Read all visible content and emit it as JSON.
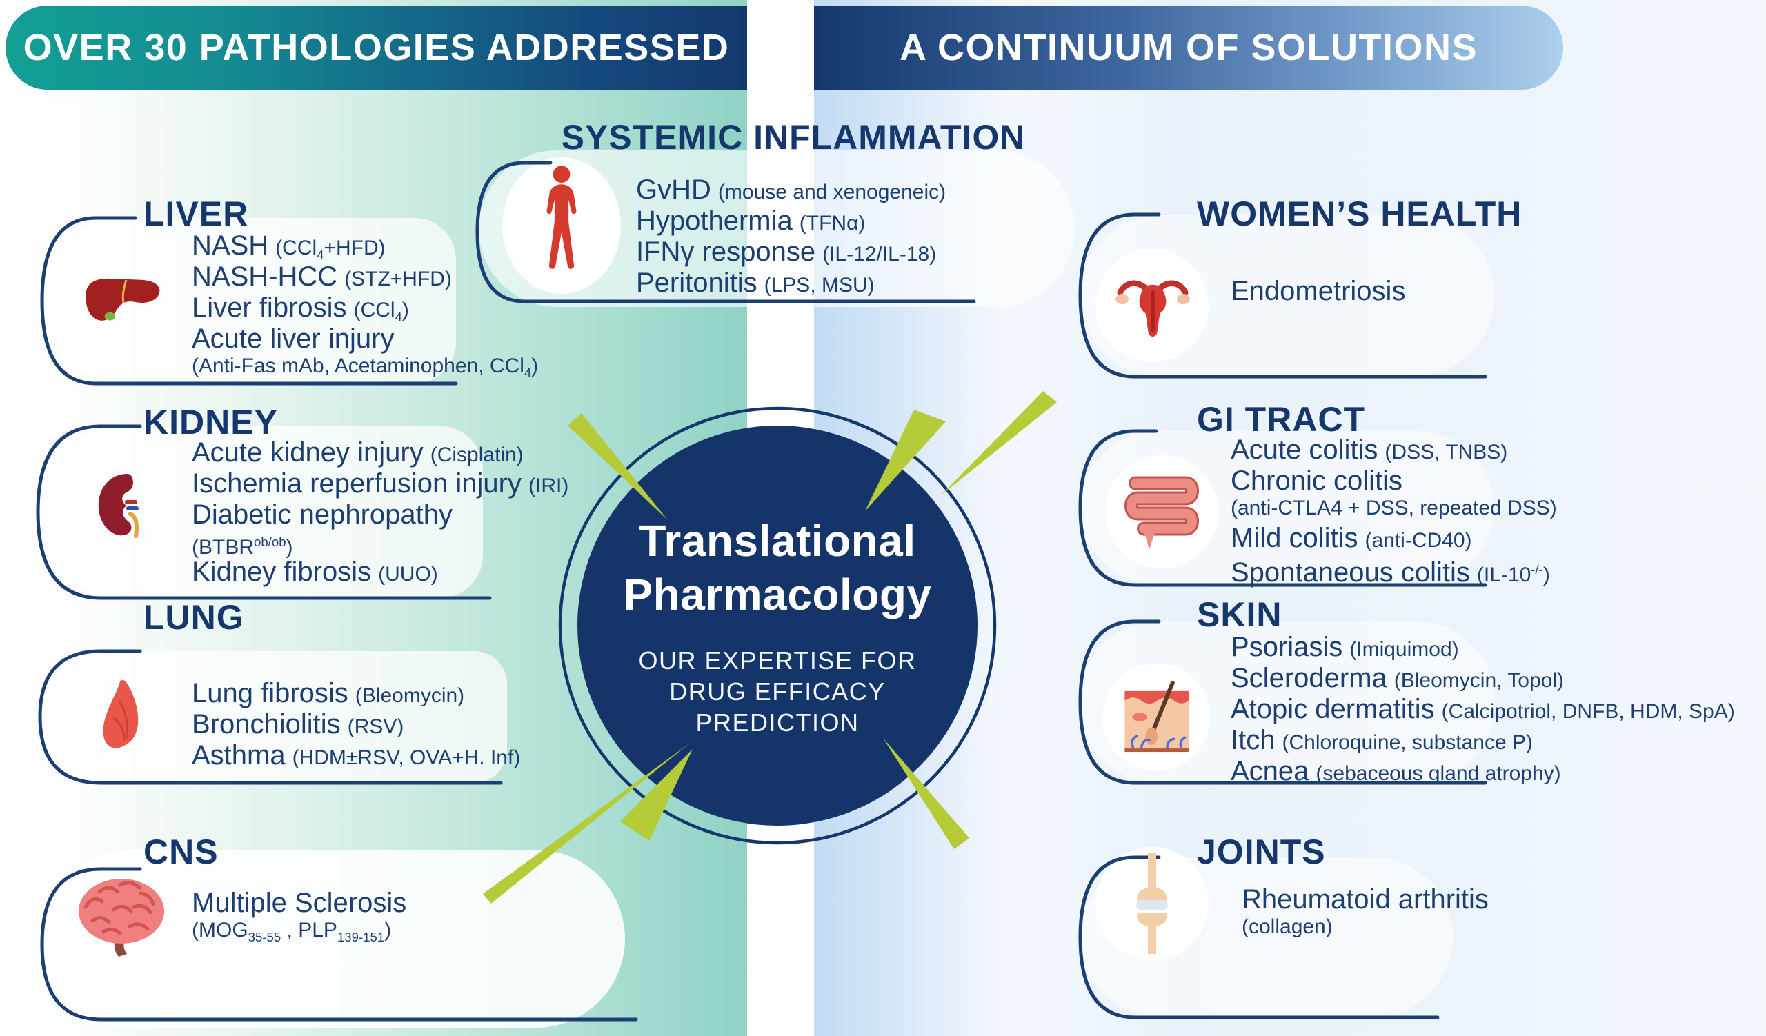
{
  "banners": {
    "left": "OVER 30 PATHOLOGIES ADDRESSED",
    "right": "A CONTINUUM OF SOLUTIONS"
  },
  "center": {
    "title_line1": "Translational",
    "title_line2": "Pharmacology",
    "subtitle_lines": [
      "OUR EXPERTISE FOR",
      "DRUG EFFICACY",
      "PREDICTION"
    ]
  },
  "colors": {
    "navy": "#15356a",
    "text_navy": "#1d3e73",
    "teal_banner_start": "#12a095",
    "banner_end_light_blue": "#aecfee",
    "lime_ray": "#b5cb37",
    "bg_teal": "#8fd3c6",
    "bg_blue": "#cfe3f6",
    "organ_red": "#d43a2e"
  },
  "sections": {
    "systemic": {
      "title": "SYSTEMIC INFLAMMATION",
      "icon": "human-body-icon",
      "items": [
        {
          "main": "GvHD",
          "note": "(mouse and xenogeneic)"
        },
        {
          "main": "Hypothermia",
          "note": "(TFNα)"
        },
        {
          "main": "IFNγ response",
          "note": "(IL-12/IL-18)"
        },
        {
          "main": "Peritonitis",
          "note": "(LPS, MSU)"
        }
      ]
    },
    "liver": {
      "title": "LIVER",
      "icon": "liver-icon",
      "items": [
        {
          "main": "NASH",
          "note": "(CCl<sub>4</sub>+HFD)"
        },
        {
          "main": "NASH-HCC",
          "note": "(STZ+HFD)"
        },
        {
          "main": "Liver fibrosis",
          "note": "(CCl<sub>4</sub>)"
        },
        {
          "main": "Acute liver injury",
          "note": ""
        },
        {
          "main": "",
          "note": "(Anti-Fas mAb, Acetaminophen, CCl<sub>4</sub>)"
        }
      ]
    },
    "kidney": {
      "title": "KIDNEY",
      "icon": "kidney-icon",
      "items": [
        {
          "main": "Acute kidney injury",
          "note": "(Cisplatin)"
        },
        {
          "main": "Ischemia reperfusion injury",
          "note": "(IRI)"
        },
        {
          "main": "Diabetic nephropathy",
          "note": ""
        },
        {
          "main": "",
          "note": "(BTBR<sup>ob/ob</sup>)"
        },
        {
          "main": "Kidney fibrosis",
          "note": "(UUO)"
        }
      ]
    },
    "lung": {
      "title": "LUNG",
      "icon": "lung-icon",
      "items": [
        {
          "main": "Lung fibrosis",
          "note": "(Bleomycin)"
        },
        {
          "main": "Bronchiolitis",
          "note": "(RSV)"
        },
        {
          "main": "Asthma",
          "note": "(HDM±RSV, OVA+H. Inf)"
        }
      ]
    },
    "cns": {
      "title": "CNS",
      "icon": "brain-icon",
      "items": [
        {
          "main": "Multiple Sclerosis",
          "note": ""
        },
        {
          "main": "",
          "note": "(MOG<sub>35-55</sub> , PLP<sub>139-151</sub>)"
        }
      ]
    },
    "womens": {
      "title": "WOMEN’S HEALTH",
      "icon": "uterus-icon",
      "items": [
        {
          "main": "Endometriosis",
          "note": ""
        }
      ]
    },
    "gi": {
      "title": "GI TRACT",
      "icon": "intestine-icon",
      "items": [
        {
          "main": "Acute colitis",
          "note": "(DSS, TNBS)"
        },
        {
          "main": "Chronic colitis",
          "note": ""
        },
        {
          "main": "",
          "note": "(anti-CTLA4 + DSS, repeated DSS)"
        },
        {
          "main": "Mild colitis",
          "note": "(anti-CD40)"
        },
        {
          "main": "Spontaneous colitis",
          "note": "(IL-10<sup>-/-</sup>)"
        }
      ]
    },
    "skin": {
      "title": "SKIN",
      "icon": "skin-icon",
      "items": [
        {
          "main": "Psoriasis",
          "note": "(Imiquimod)"
        },
        {
          "main": "Scleroderma",
          "note": "(Bleomycin, Topol)"
        },
        {
          "main": "Atopic dermatitis",
          "note": "(Calcipotriol, DNFB, HDM, SpA)"
        },
        {
          "main": "Itch",
          "note": "(Chloroquine, substance P)"
        },
        {
          "main": "Acnea",
          "note": "(sebaceous gland atrophy)"
        }
      ]
    },
    "joints": {
      "title": "JOINTS",
      "icon": "knee-joint-icon",
      "items": [
        {
          "main": "Rheumatoid arthritis",
          "note": ""
        },
        {
          "main": "",
          "note": "(collagen)"
        }
      ]
    }
  }
}
